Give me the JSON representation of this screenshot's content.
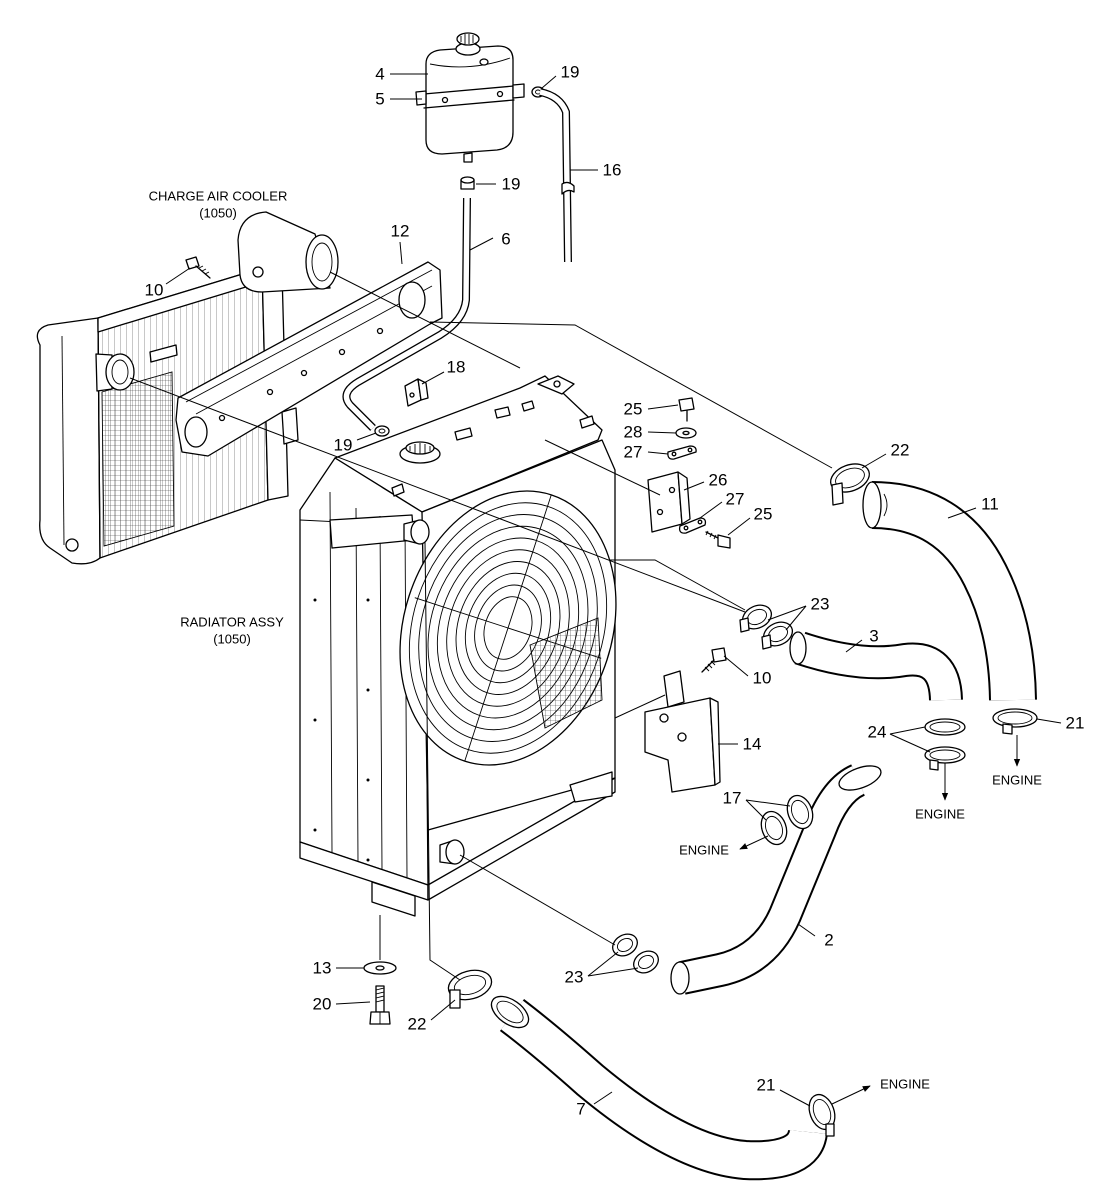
{
  "assemblies": {
    "charge_air_cooler": {
      "name": "CHARGE AIR COOLER",
      "ref": "(1050)"
    },
    "radiator_assy": {
      "name": "RADIATOR ASSY",
      "ref": "(1050)"
    }
  },
  "engine_labels": [
    "ENGINE",
    "ENGINE",
    "ENGINE",
    "ENGINE"
  ],
  "callouts": [
    "4",
    "5",
    "19",
    "16",
    "19",
    "6",
    "12",
    "10",
    "18",
    "19",
    "25",
    "28",
    "27",
    "26",
    "27",
    "25",
    "22",
    "11",
    "23",
    "3",
    "10",
    "21",
    "24",
    "14",
    "17",
    "2",
    "23",
    "13",
    "20",
    "22",
    "21",
    "7"
  ]
}
